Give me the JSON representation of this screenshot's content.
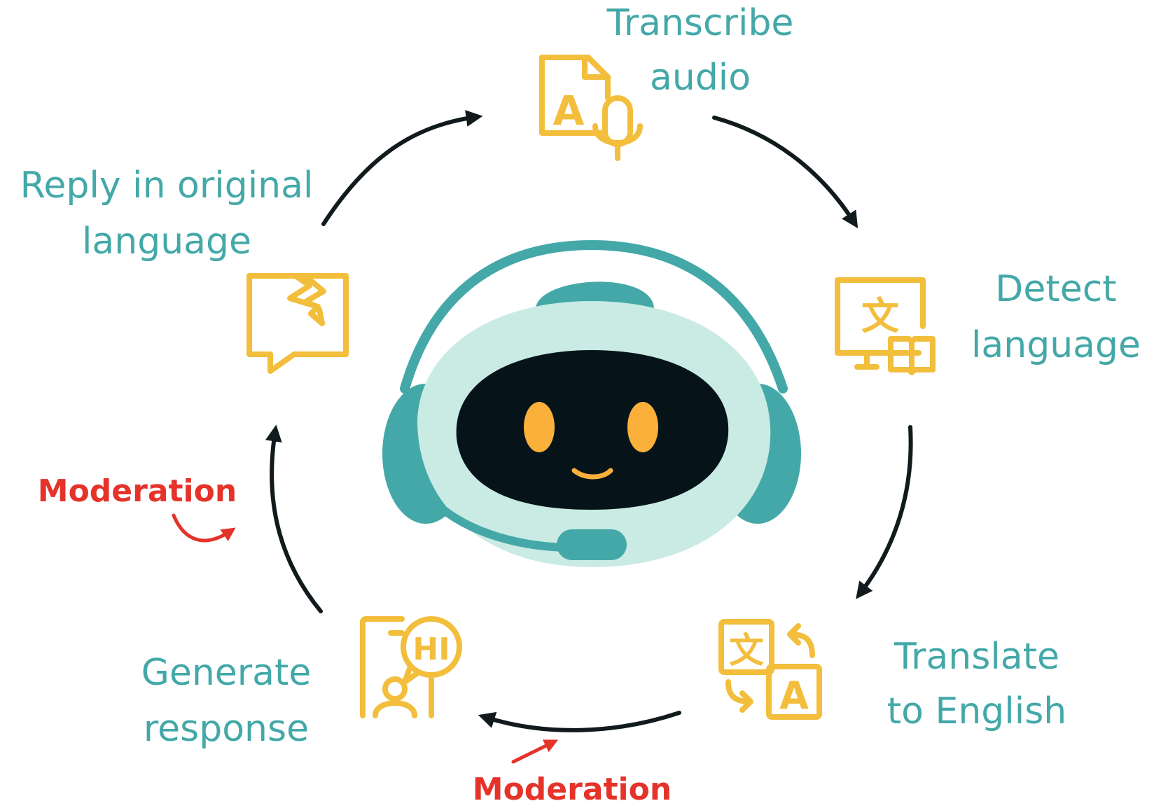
{
  "colors": {
    "teal": "#44a8a8",
    "icon_yellow": "#f2be3c",
    "moderation_red": "#e5332a",
    "arrow_dark": "#111a1c",
    "robot_face": "#c9ebe4",
    "robot_visor": "#06141a",
    "robot_eyes": "#fbb03b"
  },
  "steps": [
    {
      "line1": "Transcribe",
      "line2": "audio",
      "icon": "audio-file-microphone-icon"
    },
    {
      "line1": "Detect",
      "line2": "language",
      "icon": "monitor-translate-book-icon"
    },
    {
      "line1": "Translate",
      "line2": "to English",
      "icon": "translate-arrows-icon"
    },
    {
      "line1": "Generate",
      "line2": "response",
      "icon": "hi-speech-person-icon"
    },
    {
      "line1": "Reply in original",
      "line2": "language",
      "icon": "chat-bubble-icon"
    }
  ],
  "moderation": [
    {
      "label": "Moderation"
    },
    {
      "label": "Moderation"
    }
  ],
  "icon_text": {
    "file_letter": "A",
    "translate_char": "文",
    "translate_letter": "A",
    "greeting": "HI"
  },
  "center": {
    "icon": "robot-headset-icon"
  }
}
